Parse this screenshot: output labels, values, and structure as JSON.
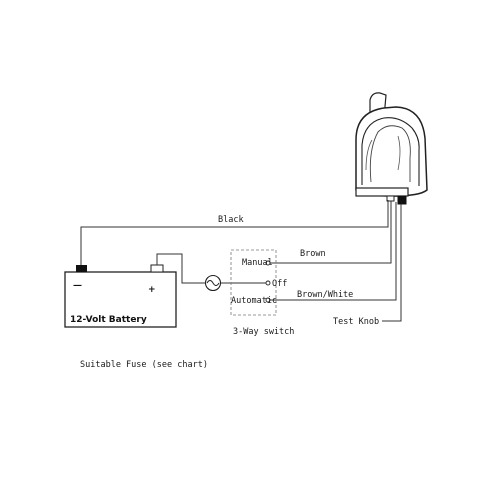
{
  "labels": {
    "black": "Black",
    "brown": "Brown",
    "brown_white": "Brown/White",
    "manual": "Manual",
    "off": "Off",
    "automatic": "Automatic",
    "three_way_switch": "3-Way switch",
    "test_knob": "Test Knob",
    "battery": "12-Volt Battery",
    "fuse": "Suitable Fuse (see chart)",
    "battery_negative": "—",
    "battery_positive": "+"
  },
  "icons": [
    "bilge-pump-icon",
    "fuse-icon",
    "battery-icon",
    "switch-icon"
  ],
  "colors": {
    "wire": "#333333",
    "terminal": "#111111"
  }
}
